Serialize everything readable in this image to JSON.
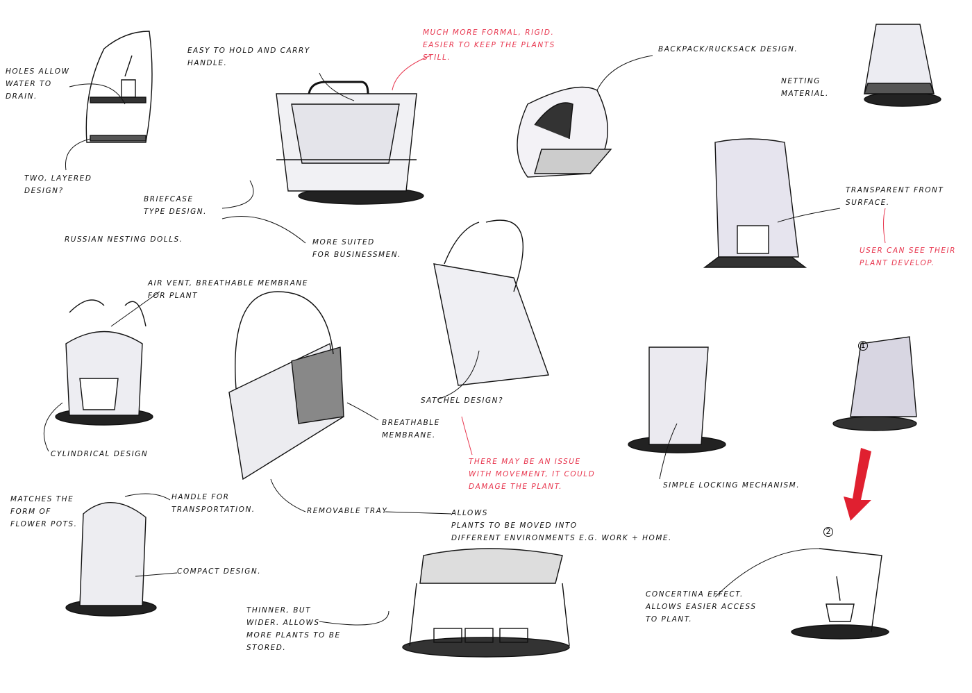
{
  "notes": {
    "formal": "Much more formal, rigid.\nEasier to keep the plants\nstill.",
    "handle": "Easy to hold and carry\nhandle.",
    "holes": "Holes allow\nwater to\ndrain.",
    "layered": "Two, layered\ndesign?",
    "russian": "Russian nesting dolls.",
    "briefcase": "Briefcase\ntype design.",
    "businessmen": "More suited\nfor businessmen.",
    "backpack": "Backpack/Rucksack Design.",
    "netting": "Netting\nmaterial.",
    "transparent": "Transparent front\nsurface.",
    "user_see": "User can see their\nplant develop.",
    "air_vent": "Air vent, breathable membrane\nfor plant",
    "satchel": "Satchel design?",
    "breathable": "Breathable\nmembrane.",
    "issue": "There may be an issue\nwith movement, it could\ndamage the plant.",
    "locking": "Simple locking mechanism.",
    "cylindrical": "Cylindrical design",
    "matches": "Matches the\nform of\nflower pots.",
    "transport": "Handle for\ntransportation.",
    "tray": "Removable tray",
    "allows": "Allows\nplants to be moved into\ndifferent environments e.g. work + home.",
    "compact": "Compact design.",
    "thinner": "Thinner, but\nwider. Allows\nmore plants to be\nstored.",
    "concertina": "Concertina effect.\nAllows easier access\nto plant."
  },
  "step_numbers": [
    "1",
    "2"
  ],
  "colors": {
    "ink": "#111111",
    "red_ink": "#e8374f",
    "shade": "#b9b6c6",
    "arrow_red": "#e02030"
  }
}
